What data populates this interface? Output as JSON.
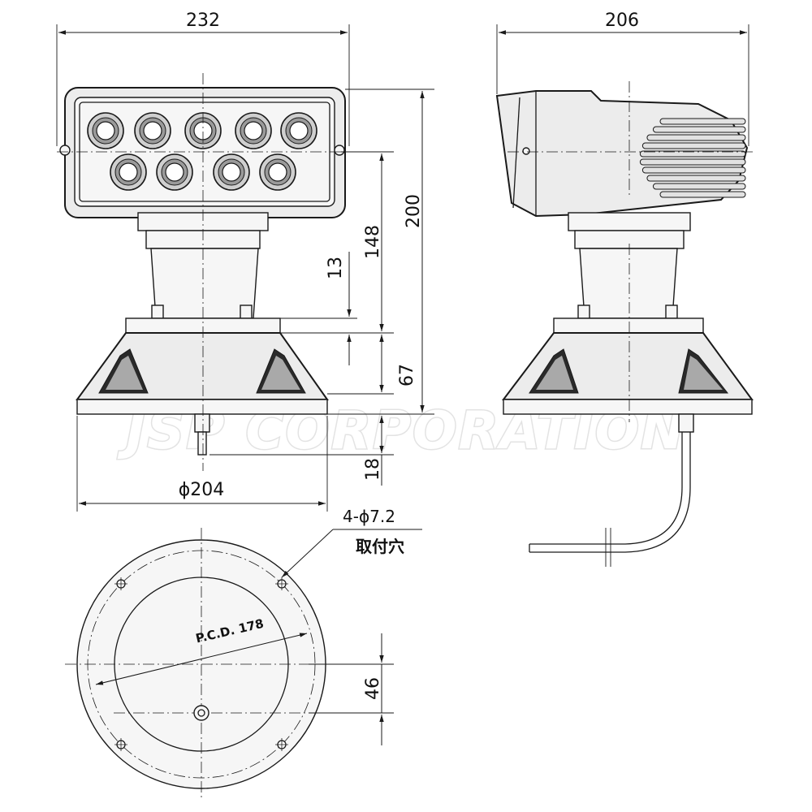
{
  "dimensions": {
    "front_width": "232",
    "side_depth": "206",
    "total_height": "200",
    "lamp_to_base": "148",
    "flange_thickness": "13",
    "base_height": "67",
    "cable_gland": "18",
    "base_diameter": "ϕ204",
    "pcd_label": "P.C.D. 178",
    "center_offset": "46"
  },
  "mounting_holes": {
    "spec": "4-ϕ7.2",
    "label": "取付穴"
  },
  "watermark": "JSP CORPORATION",
  "led_count": 9
}
